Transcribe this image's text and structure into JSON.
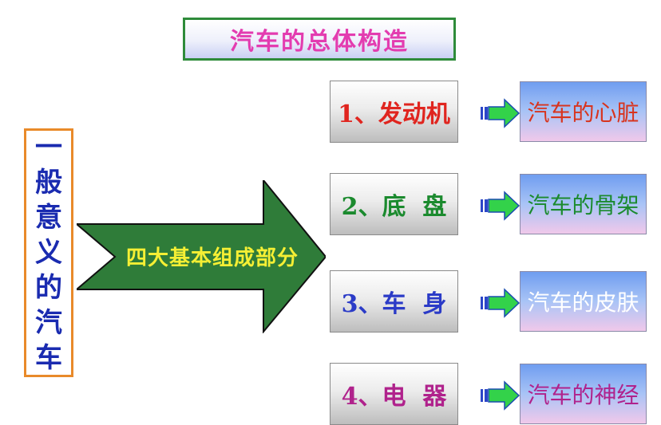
{
  "title": "汽车的总体构造",
  "side_label": [
    "一",
    "般",
    "意",
    "义",
    "的",
    "汽",
    "车"
  ],
  "arrow_label": "四大基本组成部分",
  "parts": [
    {
      "label": "1、发动机",
      "color": "#e0251f",
      "desc": "汽车的心脏",
      "desc_color": "#d8341e"
    },
    {
      "label": "2、底  盘",
      "color": "#1b8a2e",
      "desc": "汽车的骨架",
      "desc_color": "#1b8a2e"
    },
    {
      "label": "3、车  身",
      "color": "#2b3bc7",
      "desc": "汽车的皮肤",
      "desc_color": "#ffffff"
    },
    {
      "label": "4、电  器",
      "color": "#b0228c",
      "desc": "汽车的神经",
      "desc_color": "#b0228c"
    }
  ],
  "colors": {
    "big_arrow_fill": "#2f7c39",
    "small_arrow_fill": "#33d24a",
    "small_arrow_tail": "#2c46c8",
    "title_text": "#e33cb0",
    "side_text": "#1a2bb0"
  }
}
